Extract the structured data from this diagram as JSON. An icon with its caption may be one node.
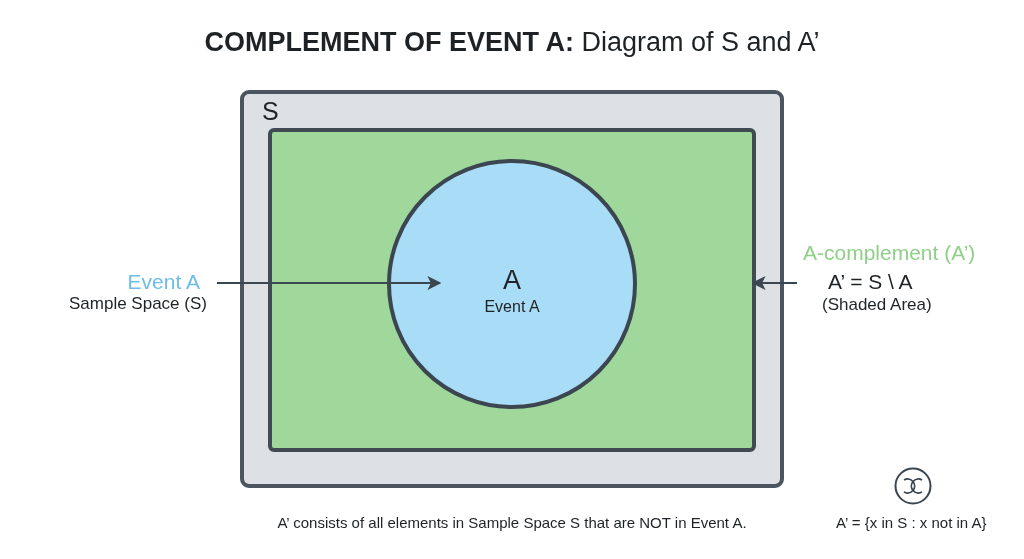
{
  "diagram": {
    "title": "**COMPLEMENT OF EVENT A:** Diagram of S and A’",
    "caption": "A’ consists of all elements in Sample Space S that are NOT in Event A.",
    "nodes": [
      {
        "text": [
          "S"
        ]
      },
      {
        "text": [],
        "shape": "box",
        "in": 0
      },
      {
        "text": [
          "A",
          "Event A"
        ],
        "in": 1
      },
      {
        "text": [
          "Event A",
          "Sample Space (S)"
        ]
      },
      {
        "text": [
          "A-complement (A’)",
          "A’ = S \\ A",
          "(Shaded Area)"
        ]
      }
    ],
    "edges": [
      {
        "from": 3,
        "to": 2,
        "arrow": "to"
      },
      {
        "from": 4,
        "to": 1,
        "arrow": "to"
      }
    ],
    "labels": [
      "A’ = {x in S : x not in A}"
    ]
  }
}
